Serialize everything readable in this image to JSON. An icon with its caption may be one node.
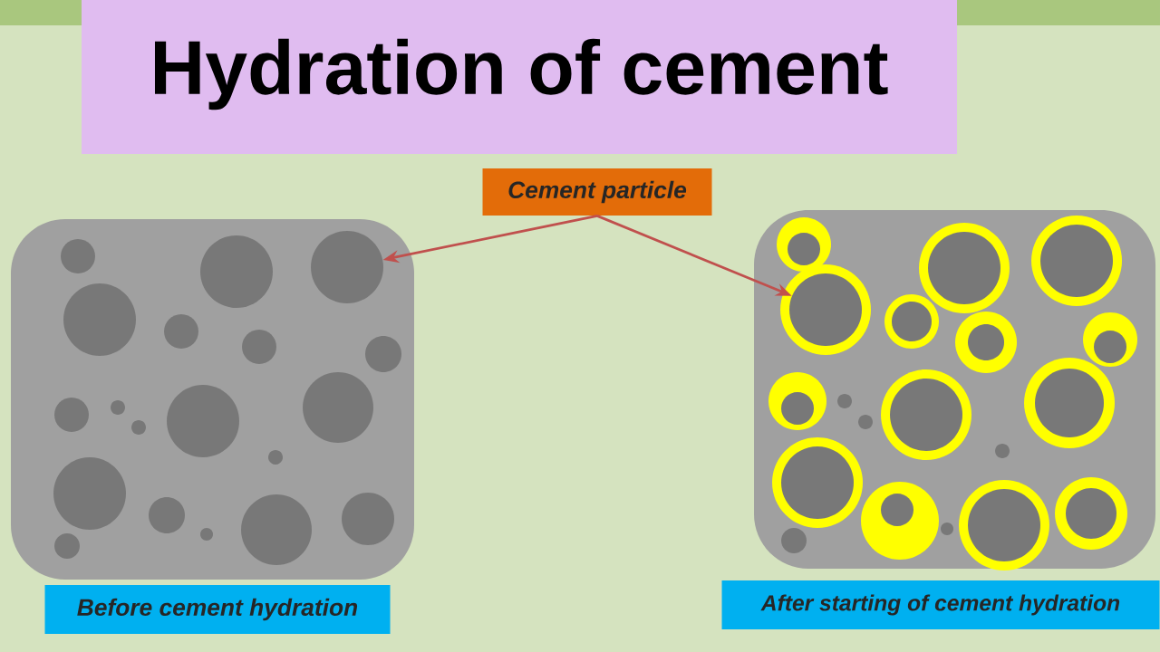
{
  "diagram": {
    "title": "Hydration of cement",
    "nodes": [
      {
        "text": [
          "Cement particle"
        ]
      },
      {
        "text": [],
        "shape": "box"
      },
      {
        "text": [],
        "shape": "circle",
        "in": 1
      },
      {
        "text": [],
        "shape": "circle",
        "in": 1
      },
      {
        "text": [],
        "shape": "circle",
        "in": 1
      },
      {
        "text": [],
        "shape": "circle",
        "in": 1
      },
      {
        "text": [],
        "shape": "circle",
        "in": 1
      },
      {
        "text": [],
        "shape": "circle",
        "in": 1
      },
      {
        "text": [],
        "shape": "circle",
        "in": 1
      },
      {
        "text": [],
        "shape": "circle",
        "in": 1
      },
      {
        "text": [],
        "shape": "circle",
        "in": 1
      },
      {
        "text": [],
        "shape": "circle",
        "in": 1
      },
      {
        "text": [],
        "shape": "circle",
        "in": 1
      },
      {
        "text": [],
        "shape": "circle",
        "in": 1
      },
      {
        "text": [],
        "shape": "circle",
        "in": 1
      },
      {
        "text": [],
        "shape": "circle",
        "in": 1
      },
      {
        "text": [],
        "shape": "circle",
        "in": 1
      },
      {
        "text": [],
        "shape": "circle",
        "in": 1
      },
      {
        "text": [],
        "shape": "circle",
        "in": 1
      },
      {
        "text": [],
        "shape": "circle",
        "in": 1
      },
      {
        "text": [],
        "shape": "circle",
        "in": 1
      },
      {
        "text": [],
        "shape": "box"
      },
      {
        "text": [],
        "shape": "circle",
        "in": 21
      },
      {
        "text": [],
        "shape": "circle",
        "in": 21
      },
      {
        "text": [],
        "shape": "circle",
        "in": 21
      },
      {
        "text": [],
        "shape": "circle",
        "in": 21
      },
      {
        "text": [],
        "shape": "circle",
        "in": 21
      },
      {
        "text": [],
        "shape": "circle",
        "in": 21
      },
      {
        "text": [],
        "shape": "circle",
        "in": 21
      },
      {
        "text": [],
        "shape": "circle",
        "in": 21
      },
      {
        "text": [],
        "shape": "circle",
        "in": 21
      },
      {
        "text": [],
        "shape": "circle",
        "in": 21
      },
      {
        "text": [],
        "shape": "circle",
        "in": 21
      },
      {
        "text": [],
        "shape": "circle",
        "in": 21
      },
      {
        "text": [],
        "shape": "circle",
        "in": 21
      },
      {
        "text": [],
        "shape": "circle",
        "in": 21
      },
      {
        "text": [],
        "shape": "circle",
        "in": 21
      },
      {
        "text": [],
        "shape": "circle",
        "in": 21
      },
      {
        "text": [],
        "shape": "circle",
        "in": 21
      },
      {
        "text": [],
        "shape": "circle",
        "in": 21
      },
      {
        "text": [],
        "shape": "circle",
        "in": 21
      },
      {
        "text": [
          "Before cement hydration"
        ]
      },
      {
        "text": [
          "After starting of cement hydration"
        ]
      }
    ],
    "edges": [
      {
        "from": 0,
        "to": 3,
        "arrow": "to",
        "color": "#c0504d"
      },
      {
        "from": 0,
        "to": 25,
        "arrow": "to",
        "color": "#c0504d"
      }
    ]
  }
}
